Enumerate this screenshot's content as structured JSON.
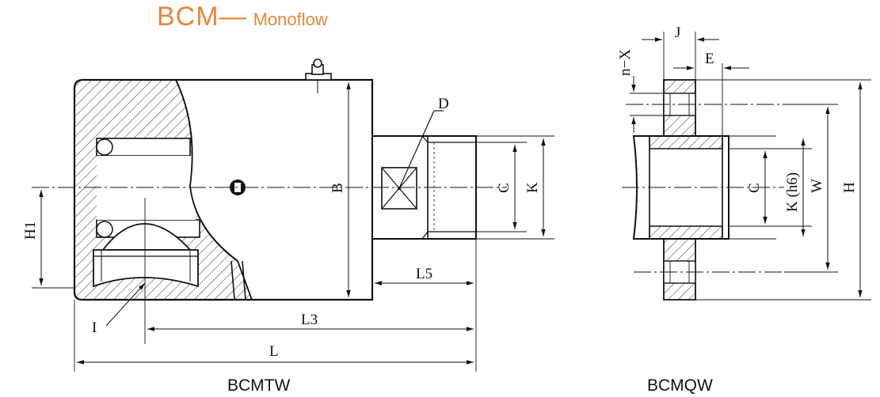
{
  "title": {
    "main": "BCM",
    "dash": "—",
    "sub": "Monoflow"
  },
  "colors": {
    "title": "#e8863a",
    "lines": "#111111",
    "hatch": "#333333"
  },
  "left_view": {
    "caption": "BCMTW",
    "labels": {
      "D": "D",
      "B": "B",
      "C": "C",
      "K": "K",
      "H1": "H1",
      "I": "I",
      "L5": "L5",
      "L3": "L3",
      "L": "L"
    }
  },
  "right_view": {
    "caption": "BCMQW",
    "labels": {
      "nX": "n−X",
      "J": "J",
      "E": "E",
      "C": "C",
      "K": "K (h6)",
      "W": "W",
      "H": "H"
    }
  }
}
